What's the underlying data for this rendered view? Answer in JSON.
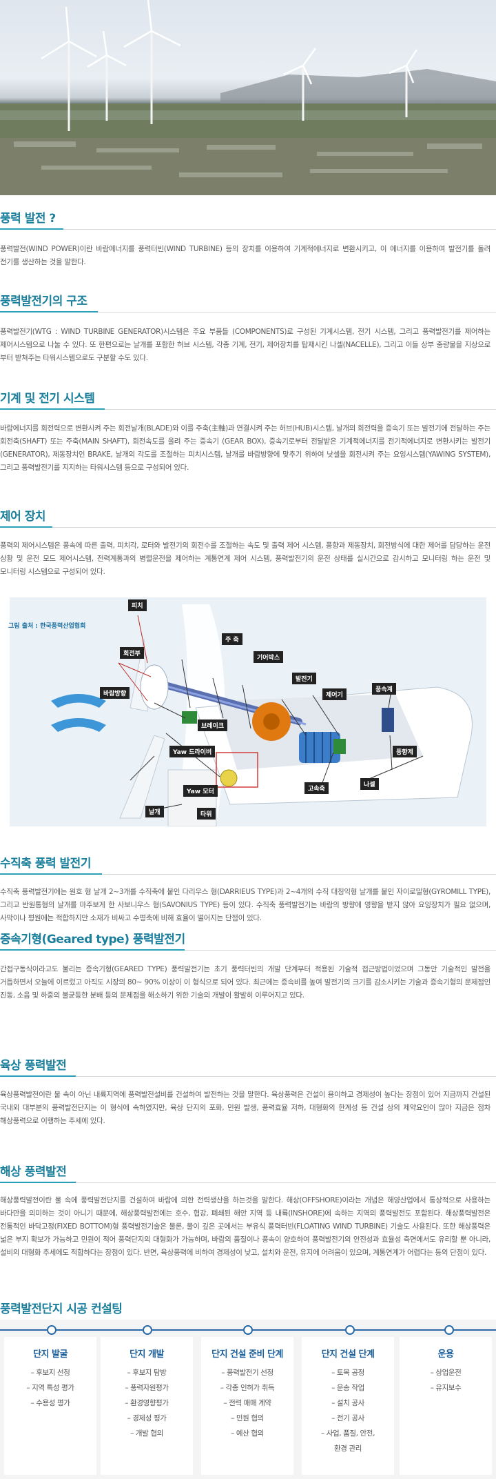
{
  "sections": [
    {
      "title": "풍력 발전 ?",
      "text": "풍력발전(WIND POWER)이란 바람에너지를 풍력터빈(WIND TURBINE) 등의 장치를 이용하여 기계적에너지로 변환시키고, 이 에너지를 이용하여 발전기를 돌려 전기를 생산하는 것을 말한다."
    },
    {
      "title": "풍력발전기의 구조",
      "text": "풍력발전기(WTG : WIND TURBINE GENERATOR)시스템은 주요 부품들 (COMPONENTS)로 구성된 기계시스템, 전기 시스템, 그리고 풍력발전기를 제어하는 제어시스템으로 나눌 수 있다. 또 한편으로는 날개를 포함한 허브 시스템, 각종 기계, 전기, 제어장치를 탑재시킨 나셀(NACELLE), 그리고 이들 상부 중량물을 지상으로 부터 받쳐주는 타워시스템으로도 구분할 수도 있다."
    },
    {
      "title": "기계 및 전기 시스템",
      "text": "바람에너지를 회전력으로 변환시켜 주는 회전날개(BLADE)와 이를 주축(主軸)과 연결시켜 주는 허브(HUB)시스템, 날개의 회전력을 증속기 또는 발전기에 전달하는 주는 회전축(SHAFT) 또는 주축(MAIN SHAFT), 회전속도를 올려 주는 증속기 (GEAR BOX), 증속기로부터 전달받은 기계적에너지를 전기적에너지로 변환시키는 발전기(GENERATOR), 제동장치인 BRAKE, 날개의 각도를 조절하는 피치시스템, 날개를 바람방향에 맞추기 위하여 낫셀을 회전시켜 주는 요잉시스템(YAWING SYSTEM), 그리고 풍력발전기를 지지하는 타워시스템 등으로 구성되어 있다."
    },
    {
      "title": "제어 장치",
      "text": "풍력의 제어시스템은 풍속에 따른 출력, 피치각, 로터와 발전기의 회전수를 조절하는 속도 및 출력 제어 시스템, 풍향과 제동장치, 회전방식에 대한 제어를 담당하는 운전 상황 및 운전 모드 제어시스템, 전력계통과의 병렬운전을 제어하는 계통연계 제어 시스템, 풍력발전기의 운전 상태를 실시간으로 감시하고 모니터링 하는 운전 및 모니터링 시스템으로 구성되어 있다."
    },
    {
      "title": "수직축 풍력 발전기",
      "text": "수직축 풍력발전기에는 원호 형 날개 2~3개를 수직축에 붙인 다리우스 형(DARRIEUS TYPE)과 2~4개의 수직 대칭익형 날개를 붙인 자이로밀형(GYROMILL TYPE), 그리고 반원통형의 날개를 마주보게 한 사보니우스 형(SAVONIUS TYPE) 등이 있다. 수직축 풍력발전기는 바람의 방향에 영향을 받지 않아 요잉장치가 필요 없으며, 사막이나 평원에는 적합하지만 소재가 비싸고 수평축에 비해 효율이 떨어지는 단점이 있다."
    },
    {
      "title": "증속기형(Geared type) 풍력발전기",
      "text": "간접구동식이라고도 불리는 증속기형(GEARED TYPE) 풍력발전기는 초기 풍력터빈의 개발 단계부터 적용된 기술적 접근방법이었으며 그동안 기술적인 발전을 거듭하면서 오늘에 이르렀고 아직도 시장의 80~ 90% 이상이 이 형식으로 되어 있다. 최근에는 증속비를 높여 발전기의 크기를 감소시키는 기술과 증속기형의 문제점인 진동, 소음 및 하중의 불균등한 분배 등의 문제점을 해소하기 위한 기술의 개발이 활발히 이루어지고 있다."
    },
    {
      "title": "육상 풍력발전",
      "text": "육상풍력발전이란 물 속이 아닌 내륙지역에 풍력발전설비를 건설하여 발전하는 것을 말한다. 육상풍력은 건설이 용이하고 경제성이 높다는 장점이 있어 지금까지 건설된 국내외 대부분의 풍력발전단지는 이 형식에 속하였지만, 육상 단지의 포화, 민원 발생, 풍력효율 저하, 대형화의 한계성 등 건설 상의 제약요인이 많아 지금은 점차 해상풍력으로 이행하는 추세에 있다."
    },
    {
      "title": "해상 풍력발전",
      "text": "해상풍력발전이란 물 속에 풍력발전단지를 건설하여 바람에 의한 전력생산을 하는것을 말한다. 해상(OFFSHORE)이라는 개념은 해양산업에서 통상적으로 사용하는 바다만을 의미하는 것이 아니기 때문에, 해상풍력발전에는 호수, 협강, 폐쇄된 해안 지역 등 내륙(INSHORE)에 속하는 지역의 풍력발전도 포함된다. 해상풍력발전은 전통적인 바닥고정(FIXED BOTTOM)형 풍력발전기술은 물론, 물이 깊은 곳에서는 부유식 풍력터빈(FLOATING WIND TURBINE) 기술도 사용된다. 또한 해상풍력은 넓은 부지 확보가 가능하고 민원이 적어 풍력단지의 대형화가 가능하며, 바람의 품질이나 풍속이 양호하여 풍력발전기의 안전성과 효율성 측면에서도 유리할 뿐 아니라, 설비의 대형화 추세에도 적합하다는 장점이 있다. 반면, 육상풍력에 비하여 경제성이 낮고, 설치와 운전, 유지에 어려움이 있으며, 계통연계가 어렵다는 등의 단점이 있다."
    },
    {
      "title": "풍력발전단지 시공 컨설팅"
    }
  ],
  "diagram": {
    "credit": "그림 출처 : 한국풍력산업협회",
    "labels": {
      "pitch": "피치",
      "hub": "회전부",
      "main_shaft": "주 축",
      "gearbox": "기어박스",
      "wind_dir": "바람방향",
      "generator": "발전기",
      "controller": "제어기",
      "anemometer": "풍속계",
      "brake": "브레이크",
      "yaw_drive": "Yaw 드라이버",
      "wind_vane": "풍향계",
      "high_speed_shaft": "고속축",
      "nacelle": "나셀",
      "yaw_motor": "Yaw 모터",
      "blade": "날개",
      "tower": "타워"
    }
  },
  "consulting": [
    {
      "title": "단지 발굴",
      "items": [
        "– 후보지 선정",
        "– 지역 특성 평가",
        "– 수용성 평가"
      ]
    },
    {
      "title": "단지 개발",
      "items": [
        "– 후보지 탐방",
        "– 풍력자원평가",
        "– 환경영향평가",
        "– 경제성 평가",
        "– 개발 협의"
      ]
    },
    {
      "title": "단지 건설 준비 단계",
      "items": [
        "– 풍력발전기 선정",
        "– 각종 인허가 취득",
        "– 전력 매매 계약",
        "– 민원 협의",
        "– 예산 협의"
      ]
    },
    {
      "title": "단지 건설 단계",
      "items": [
        "– 토목 공정",
        "– 운송 작업",
        "– 설치 공사",
        "– 전기 공사",
        "– 사업, 품질, 안전,",
        "환경 관리"
      ]
    },
    {
      "title": "운용",
      "items": [
        "– 상업운전",
        "– 유지보수"
      ]
    }
  ],
  "colors": {
    "accent": "#1a7f9c",
    "timeline": "#2a6aa8"
  }
}
